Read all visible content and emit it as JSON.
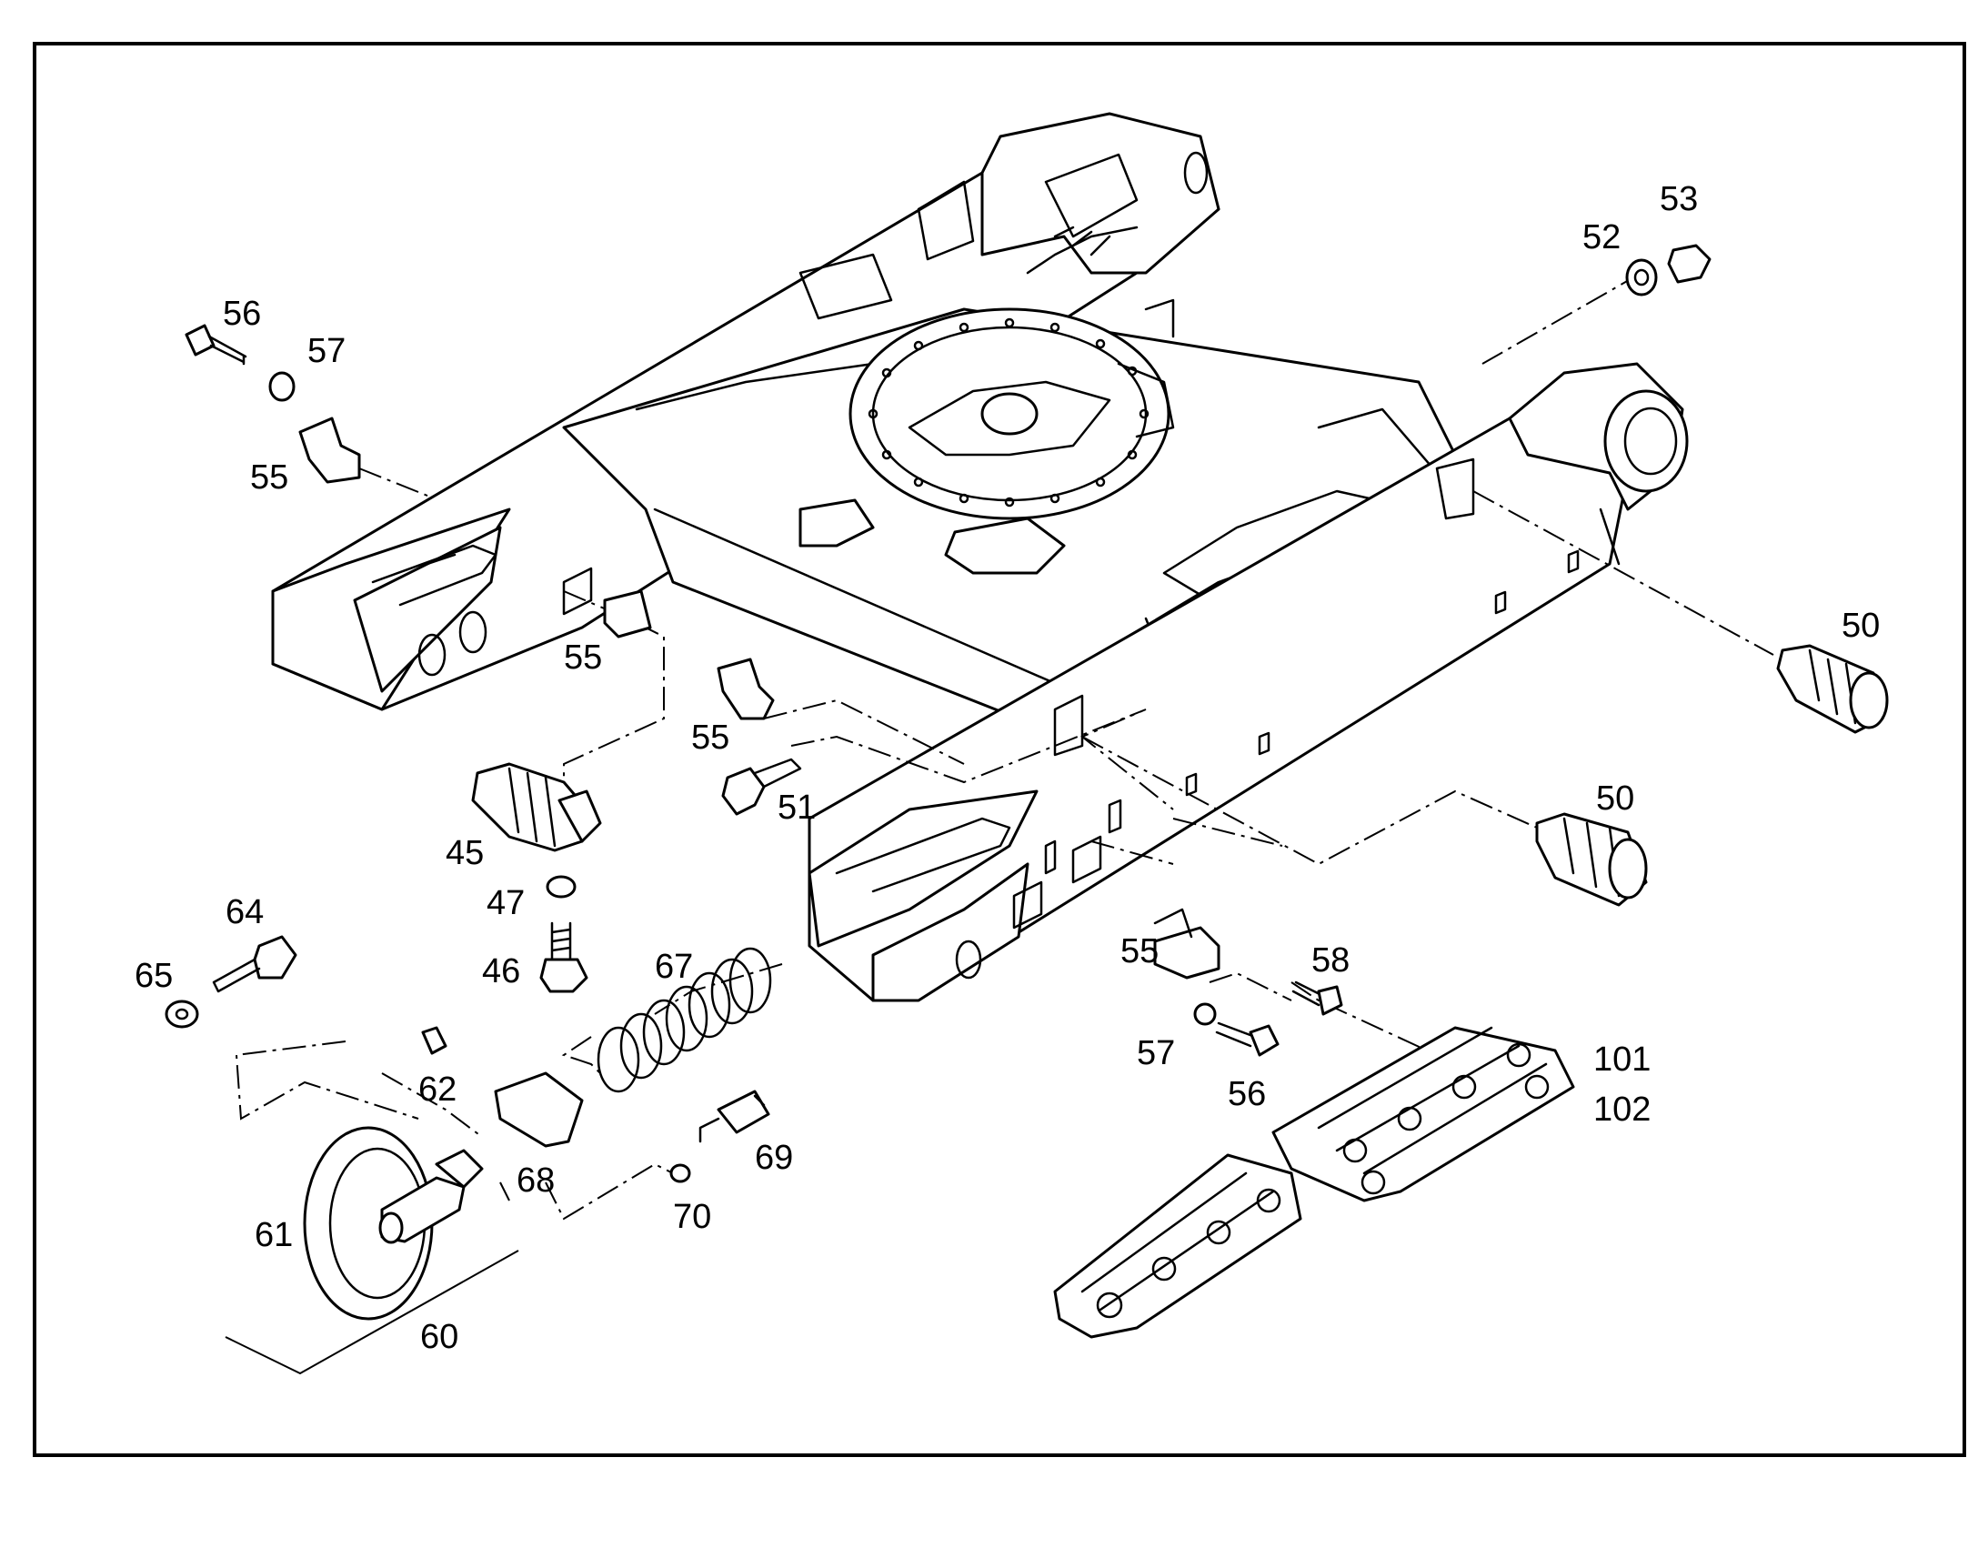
{
  "labels": {
    "l45": "45",
    "l46": "46",
    "l47": "47",
    "l50a": "50",
    "l50b": "50",
    "l51": "51",
    "l52": "52",
    "l53": "53",
    "l55a": "55",
    "l55b": "55",
    "l55c": "55",
    "l55d": "55",
    "l56a": "56",
    "l56b": "56",
    "l57a": "57",
    "l57b": "57",
    "l58": "58",
    "l60": "60",
    "l61": "61",
    "l62": "62",
    "l64": "64",
    "l65": "65",
    "l67": "67",
    "l68": "68",
    "l69": "69",
    "l70": "70",
    "l101": "101",
    "l102": "102"
  }
}
